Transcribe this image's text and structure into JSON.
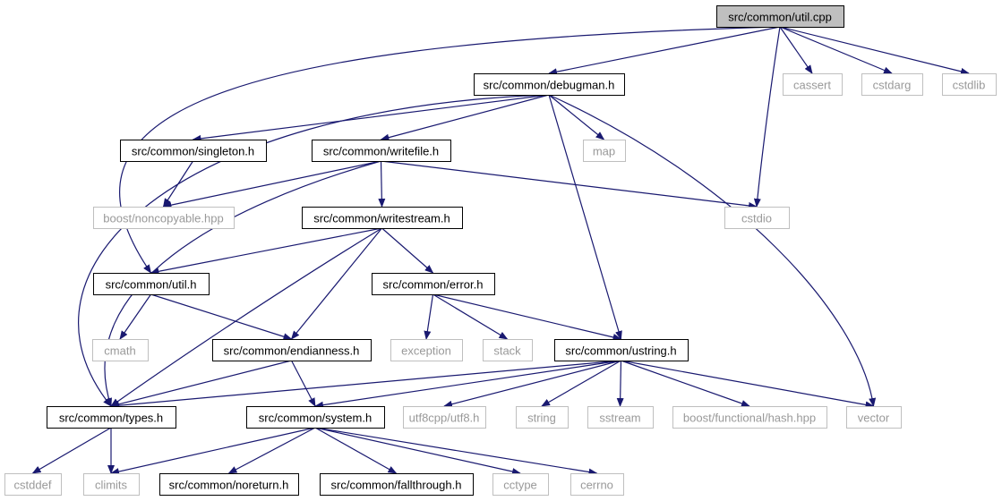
{
  "colors": {
    "edge": "#191970",
    "border_project": "#000000",
    "border_external": "#bfbfbf",
    "fill_root": "#bfbfbf",
    "fill_node": "#ffffff",
    "text_project": "#000000",
    "text_external": "#999999"
  },
  "nodes": [
    {
      "id": "util_cpp",
      "label": "src/common/util.cpp",
      "kind": "root"
    },
    {
      "id": "debugman_h",
      "label": "src/common/debugman.h",
      "kind": "project"
    },
    {
      "id": "cassert",
      "label": "cassert",
      "kind": "external"
    },
    {
      "id": "cstdarg",
      "label": "cstdarg",
      "kind": "external"
    },
    {
      "id": "cstdlib",
      "label": "cstdlib",
      "kind": "external"
    },
    {
      "id": "singleton_h",
      "label": "src/common/singleton.h",
      "kind": "project"
    },
    {
      "id": "writefile_h",
      "label": "src/common/writefile.h",
      "kind": "project"
    },
    {
      "id": "map",
      "label": "map",
      "kind": "external"
    },
    {
      "id": "noncopyable_hpp",
      "label": "boost/noncopyable.hpp",
      "kind": "external"
    },
    {
      "id": "writestream_h",
      "label": "src/common/writestream.h",
      "kind": "project"
    },
    {
      "id": "cstdio",
      "label": "cstdio",
      "kind": "external"
    },
    {
      "id": "util_h",
      "label": "src/common/util.h",
      "kind": "project"
    },
    {
      "id": "error_h",
      "label": "src/common/error.h",
      "kind": "project"
    },
    {
      "id": "cmath",
      "label": "cmath",
      "kind": "external"
    },
    {
      "id": "endianness_h",
      "label": "src/common/endianness.h",
      "kind": "project"
    },
    {
      "id": "exception",
      "label": "exception",
      "kind": "external"
    },
    {
      "id": "stack",
      "label": "stack",
      "kind": "external"
    },
    {
      "id": "ustring_h",
      "label": "src/common/ustring.h",
      "kind": "project"
    },
    {
      "id": "types_h",
      "label": "src/common/types.h",
      "kind": "project"
    },
    {
      "id": "system_h",
      "label": "src/common/system.h",
      "kind": "project"
    },
    {
      "id": "utf8_h",
      "label": "utf8cpp/utf8.h",
      "kind": "external"
    },
    {
      "id": "string",
      "label": "string",
      "kind": "external"
    },
    {
      "id": "sstream",
      "label": "sstream",
      "kind": "external"
    },
    {
      "id": "hash_hpp",
      "label": "boost/functional/hash.hpp",
      "kind": "external"
    },
    {
      "id": "vector",
      "label": "vector",
      "kind": "external"
    },
    {
      "id": "cstddef",
      "label": "cstddef",
      "kind": "external"
    },
    {
      "id": "climits",
      "label": "climits",
      "kind": "external"
    },
    {
      "id": "noreturn_h",
      "label": "src/common/noreturn.h",
      "kind": "project"
    },
    {
      "id": "fallthrough_h",
      "label": "src/common/fallthrough.h",
      "kind": "project"
    },
    {
      "id": "cctype",
      "label": "cctype",
      "kind": "external"
    },
    {
      "id": "cerrno",
      "label": "cerrno",
      "kind": "external"
    }
  ],
  "edges": [
    [
      "util_cpp",
      "debugman_h"
    ],
    [
      "util_cpp",
      "cassert"
    ],
    [
      "util_cpp",
      "cstdarg"
    ],
    [
      "util_cpp",
      "cstdlib"
    ],
    [
      "util_cpp",
      "cstdio"
    ],
    [
      "util_cpp",
      "util_h"
    ],
    [
      "debugman_h",
      "singleton_h"
    ],
    [
      "debugman_h",
      "writefile_h"
    ],
    [
      "debugman_h",
      "map"
    ],
    [
      "debugman_h",
      "ustring_h"
    ],
    [
      "debugman_h",
      "vector"
    ],
    [
      "debugman_h",
      "types_h"
    ],
    [
      "singleton_h",
      "noncopyable_hpp"
    ],
    [
      "writefile_h",
      "noncopyable_hpp"
    ],
    [
      "writefile_h",
      "writestream_h"
    ],
    [
      "writefile_h",
      "cstdio"
    ],
    [
      "writefile_h",
      "types_h"
    ],
    [
      "writestream_h",
      "util_h"
    ],
    [
      "writestream_h",
      "error_h"
    ],
    [
      "writestream_h",
      "endianness_h"
    ],
    [
      "writestream_h",
      "types_h"
    ],
    [
      "util_h",
      "cmath"
    ],
    [
      "util_h",
      "endianness_h"
    ],
    [
      "error_h",
      "exception"
    ],
    [
      "error_h",
      "stack"
    ],
    [
      "error_h",
      "ustring_h"
    ],
    [
      "endianness_h",
      "types_h"
    ],
    [
      "endianness_h",
      "system_h"
    ],
    [
      "ustring_h",
      "types_h"
    ],
    [
      "ustring_h",
      "system_h"
    ],
    [
      "ustring_h",
      "utf8_h"
    ],
    [
      "ustring_h",
      "string"
    ],
    [
      "ustring_h",
      "sstream"
    ],
    [
      "ustring_h",
      "hash_hpp"
    ],
    [
      "ustring_h",
      "vector"
    ],
    [
      "types_h",
      "cstddef"
    ],
    [
      "types_h",
      "climits"
    ],
    [
      "system_h",
      "climits"
    ],
    [
      "system_h",
      "noreturn_h"
    ],
    [
      "system_h",
      "fallthrough_h"
    ],
    [
      "system_h",
      "cctype"
    ],
    [
      "system_h",
      "cerrno"
    ]
  ]
}
